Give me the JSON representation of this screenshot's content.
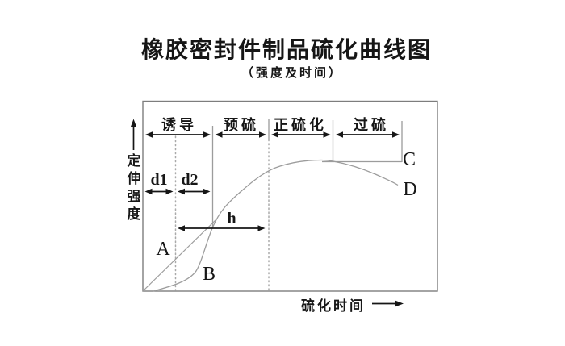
{
  "title": "橡胶密封件制品硫化曲线图",
  "subtitle": "（强度及时间）",
  "y_axis": {
    "label": "定伸强度"
  },
  "x_axis": {
    "label": "硫化时间"
  },
  "phases": [
    {
      "label": "诱导"
    },
    {
      "label": "预硫"
    },
    {
      "label": "正硫化"
    },
    {
      "label": "过硫"
    }
  ],
  "markers": {
    "d1": "d1",
    "d2": "d2",
    "h": "h",
    "A": "A",
    "B": "B",
    "C": "C",
    "D": "D"
  },
  "colors": {
    "ink": "#161616",
    "curve_gray": "#9c9c9c",
    "frame_gray": "#7d7d7d",
    "background": "#ffffff"
  },
  "chart_data": {
    "type": "line",
    "title": "橡胶密封件制品硫化曲线图",
    "subtitle": "（强度及时间）",
    "xlabel": "硫化时间",
    "ylabel": "定伸强度",
    "axes_numeric": false,
    "note": "Schematic vulcanization curve; no numeric scale printed. Coordinates below are estimated on a relative 0-10 time / 0-10 strength scale.",
    "xlim": [
      0,
      10
    ],
    "ylim": [
      0,
      10
    ],
    "grid": false,
    "phases": [
      {
        "label": "诱导",
        "x_start": 0.0,
        "x_end": 2.4
      },
      {
        "label": "预硫",
        "x_start": 2.4,
        "x_end": 4.2
      },
      {
        "label": "正硫化",
        "x_start": 4.2,
        "x_end": 6.4
      },
      {
        "label": "过硫",
        "x_start": 6.4,
        "x_end": 8.8
      }
    ],
    "spans": [
      {
        "label": "d1",
        "x_start": 0.0,
        "x_end": 1.1,
        "y": 3.4
      },
      {
        "label": "d2",
        "x_start": 1.1,
        "x_end": 2.4,
        "y": 3.4
      },
      {
        "label": "h",
        "x_start": 1.1,
        "x_end": 4.2,
        "y": 2.1
      }
    ],
    "series": [
      {
        "name": "硫化曲线 (main cure curve, through B, peak, falling to D)",
        "x": [
          0.36,
          1.37,
          1.81,
          2.08,
          2.36,
          2.77,
          3.32,
          3.92,
          4.47,
          5.15,
          5.84,
          6.25,
          6.44,
          7.15,
          7.89,
          8.63
        ],
        "y": [
          0.0,
          0.51,
          1.06,
          2.08,
          3.31,
          4.28,
          5.21,
          6.02,
          6.48,
          6.74,
          6.87,
          6.88,
          6.83,
          6.53,
          6.14,
          5.59
        ]
      },
      {
        "name": "平坦硫化分支 (flat plateau branch to C)",
        "x": [
          6.08,
          8.77
        ],
        "y": [
          6.8,
          6.78
        ]
      },
      {
        "name": "直线 A (straight reference line from origin)",
        "x": [
          0.0,
          2.49
        ],
        "y": [
          0.0,
          3.77
        ]
      }
    ],
    "point_labels": [
      {
        "label": "A",
        "x": 0.68,
        "y": 2.16
      },
      {
        "label": "B",
        "x": 2.14,
        "y": 0.85
      },
      {
        "label": "C",
        "x": 9.04,
        "y": 6.95
      },
      {
        "label": "D",
        "x": 9.07,
        "y": 5.34
      }
    ],
    "legend": null
  }
}
